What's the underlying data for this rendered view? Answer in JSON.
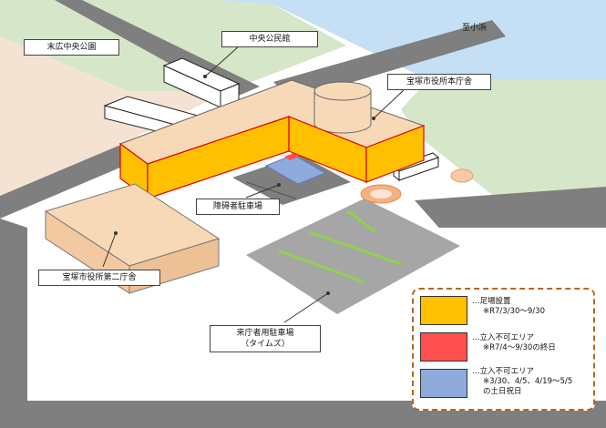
{
  "labels": {
    "park": "末広中央公園",
    "hall": "中央公民館",
    "direction": "至小浜",
    "main_office": "宝塚市役所本庁舎",
    "accessible_parking": "障碍者駐車場",
    "second_office": "宝塚市役所第二庁舎",
    "visitor_parking_line1": "来庁者用駐車場",
    "visitor_parking_line2": "（タイムズ）"
  },
  "legend": [
    {
      "name": "scaffolding",
      "color": "#FFC000",
      "line1": "…足場設置",
      "line2": "※R7/3/30～9/30",
      "line3": ""
    },
    {
      "name": "no-entry-allday",
      "color": "#FF5050",
      "line1": "…立入不可エリア",
      "line2": "※R7/4～9/30の終日",
      "line3": ""
    },
    {
      "name": "no-entry-holidays",
      "color": "#8FAADC",
      "line1": "…立入不可エリア",
      "line2": "※3/30、4/5、4/19～5/5",
      "line3": "の土日祝日"
    }
  ],
  "colors": {
    "river": "#c5e0f4",
    "grass": "#d6e6c8",
    "road": "#7f7f7f",
    "building": "#f7d9b8",
    "scaffold": "#FFC000",
    "noentry": "#FF5050",
    "holiday": "#8FAADC",
    "legend_border": "#b8661f"
  }
}
